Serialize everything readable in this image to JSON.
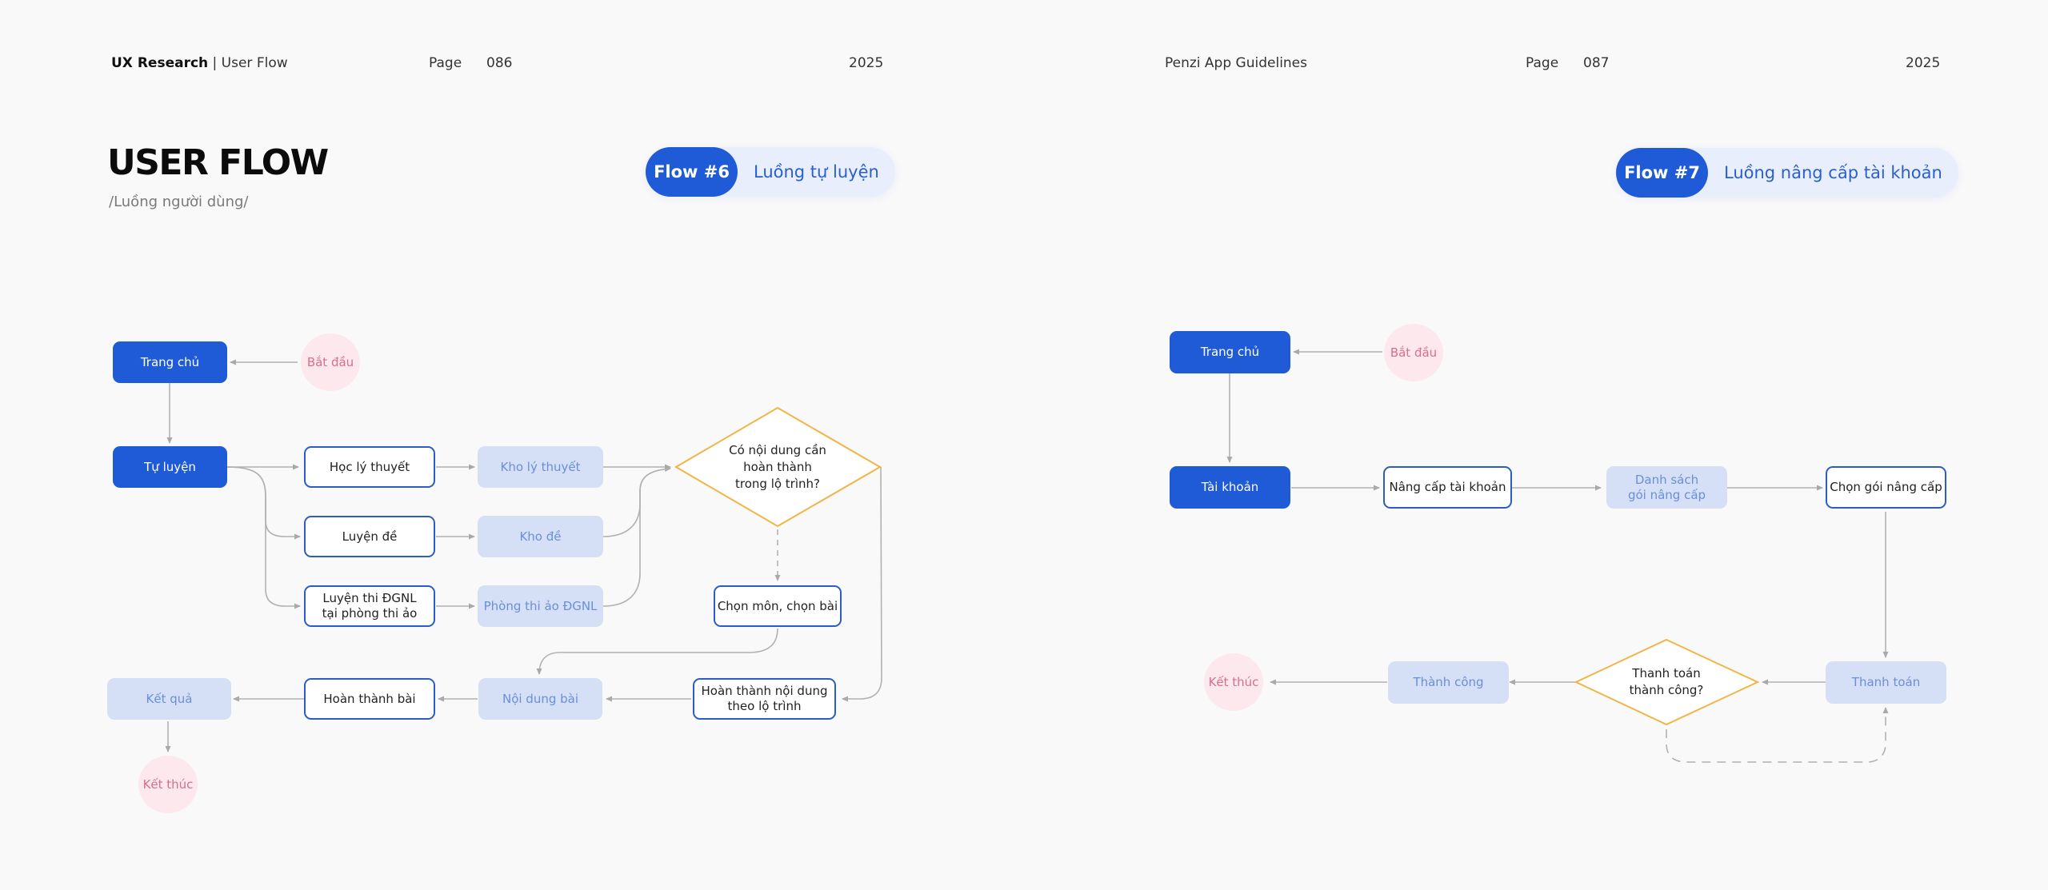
{
  "left_page": {
    "header": {
      "brand": "UX Research",
      "section": "| User Flow",
      "page_label": "Page",
      "page_number": "086",
      "year": "2025"
    },
    "title": "USER FLOW",
    "subtitle": "/Luồng người dùng/",
    "flow_tag": "Flow #6",
    "flow_label": "Luồng tự luyện",
    "nodes": {
      "start": "Bắt đầu",
      "home": "Trang chủ",
      "self_study": "Tự luyện",
      "learn_theory": "Học lý thuyết",
      "theory_bank": "Kho lý thuyết",
      "practice": "Luyện đề",
      "exam_bank": "Kho đề",
      "mock_exam_line1": "Luyện thi ĐGNL",
      "mock_exam_line2": "tại phòng thi ảo",
      "virtual_room": "Phòng thi ảo ĐGNL",
      "decision_line1": "Có nội dung cần",
      "decision_line2": "hoàn thành",
      "decision_line3": "trong lộ trình?",
      "choose": "Chọn môn, chọn bài",
      "complete_route_line1": "Hoàn thành nội dung",
      "complete_route_line2": "theo lộ trình",
      "lesson_content": "Nội dung bài",
      "finish_lesson": "Hoàn thành bài",
      "result": "Kết quả",
      "end": "Kết thúc"
    }
  },
  "right_page": {
    "header": {
      "brand": "Penzi App Guidelines",
      "page_label": "Page",
      "page_number": "087",
      "year": "2025"
    },
    "flow_tag": "Flow #7",
    "flow_label": "Luồng nâng cấp tài khoản",
    "nodes": {
      "start": "Bắt đầu",
      "home": "Trang chủ",
      "account": "Tài khoản",
      "upgrade": "Nâng cấp tài khoản",
      "list_line1": "Danh sách",
      "list_line2": "gói nâng cấp",
      "choose_plan": "Chọn gói nâng cấp",
      "payment": "Thanh toán",
      "decision_line1": "Thanh toán",
      "decision_line2": "thành công?",
      "success": "Thành công",
      "end": "Kết thúc"
    }
  },
  "colors": {
    "primary": "#1f5bd7",
    "soft": "#d5e0f7",
    "pink": "#fde8ee",
    "decision": "#f2b544",
    "connector": "#a9a9a9"
  }
}
